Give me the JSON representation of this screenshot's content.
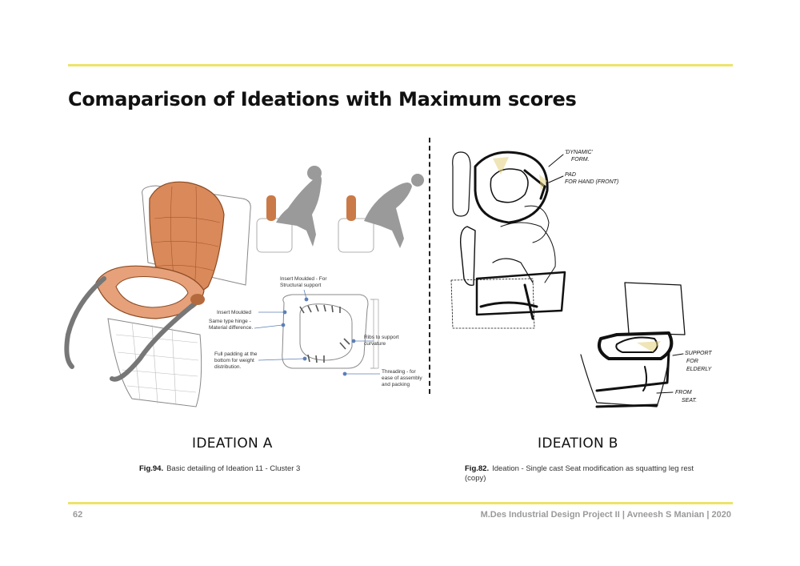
{
  "page": {
    "title": "Comaparison of Ideations with Maximum scores",
    "page_number": "62",
    "footer": "M.Des Industrial Design Project II | Avneesh S Manian | 2020"
  },
  "ideation_a": {
    "heading": "IDEATION A",
    "fig_label": "Fig.94.",
    "caption": "Basic detailing of Ideation 11 - Cluster 3",
    "annotations": {
      "insert_moulded_structural": "Insert Moulded - For",
      "insert_moulded_structural_2": "Structural support",
      "insert_moulded": "Insert Moulded",
      "hinge_1": "Same type hinge -",
      "hinge_2": "Material difference.",
      "ribs_1": "Ribs to support",
      "ribs_2": "curvature",
      "padding_1": "Full padding at the",
      "padding_2": "bottom for weight",
      "padding_3": "distribution.",
      "threading_1": "Threading - for",
      "threading_2": "ease of assembly",
      "threading_3": "and packing"
    }
  },
  "ideation_b": {
    "heading": "IDEATION B",
    "fig_label": "Fig.82.",
    "caption": "Ideation - Single cast Seat modification as squatting leg rest (copy)",
    "annotations": {
      "dynamic_form_1": "'DYNAMIC'",
      "dynamic_form_2": "FORM.",
      "pad_1": "PAD",
      "pad_2": "FOR HAND (FRONT)",
      "support_1": "SUPPORT",
      "support_2": "FOR",
      "support_3": "ELDERLY",
      "from_1": "FROM",
      "from_2": "SEAT."
    }
  },
  "colors": {
    "accent_rule": "#ede36a",
    "seat_orange": "#d9895a",
    "footer_gray": "#9a9a9a",
    "annotation_blue": "#5b7fb8"
  }
}
